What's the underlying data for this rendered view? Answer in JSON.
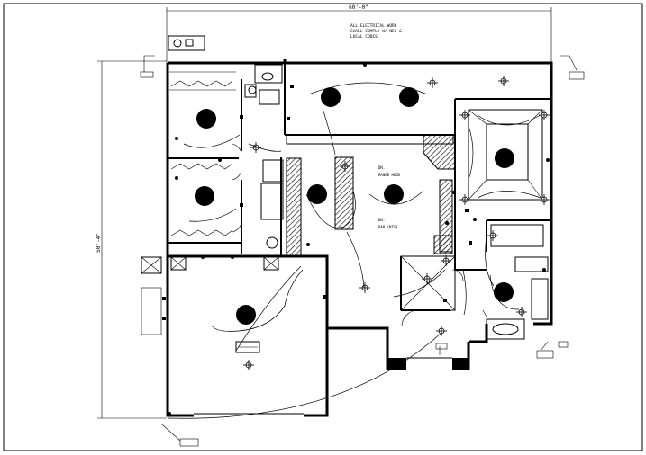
{
  "drawing": {
    "title": "Electrical floor plan",
    "dim_top": "60'-0\"",
    "dim_left": "50'-4\"",
    "note_lines": [
      "ALL ELECTRICAL WORK",
      "SHALL COMPLY W/ NEC &",
      "LOCAL CODES"
    ],
    "label_dining": "DN.",
    "label_range": "RANGE HOOD",
    "label_kitchen": "DN.",
    "label_kitchen2": "BAR (NTS)"
  },
  "colors": {
    "line": "#000000",
    "background": "#ffffff"
  },
  "symbols": {
    "ceiling_fan": "ceiling-fan-icon",
    "light": "light-fixture-icon",
    "outlet": "outlet-icon",
    "switch": "switch-icon",
    "panel": "electric-panel-icon"
  }
}
